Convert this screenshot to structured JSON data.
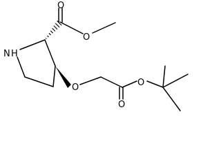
{
  "molecule": {
    "atoms": {
      "ring_nitrogen": "N",
      "ring_nitrogen_hydrogen": "H",
      "ester_carbonyl_oxygen": "O",
      "ester_ether_oxygen": "O",
      "ring_ether_oxygen": "O",
      "tert_butyl_ester_ether_oxygen": "O",
      "tert_butyl_ester_carbonyl_oxygen": "O"
    },
    "stereo": {
      "c2": "hashed-wedge",
      "c3": "solid-wedge"
    }
  },
  "colors": {
    "bond": "#000000",
    "background": "#ffffff"
  }
}
